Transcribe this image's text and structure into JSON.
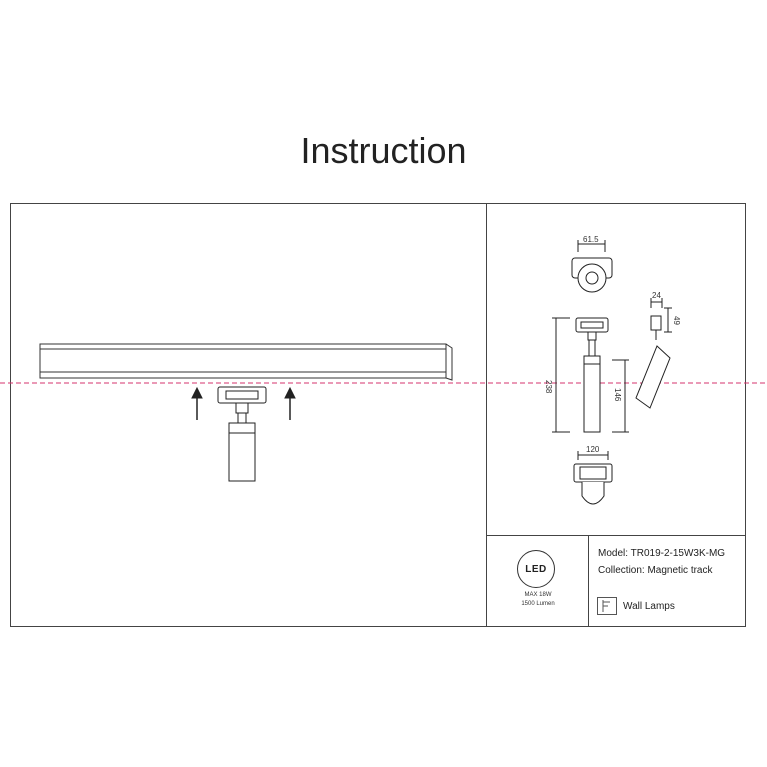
{
  "page": {
    "title": "Instruction"
  },
  "led_badge": {
    "text": "LED"
  },
  "specs": {
    "power": "MAX 18W",
    "lumen": "1500 Lumen"
  },
  "product": {
    "model": "Model: TR019-2-15W3K-MG",
    "collection": "Collection: Magnetic track",
    "category": "Wall Lamps"
  },
  "dimensions": {
    "top_width": "61.5",
    "side_width": "24",
    "side_height": "49",
    "total_height": "238",
    "body_height": "146",
    "bottom_width": "120"
  },
  "colors": {
    "guide_line": "#d6336c",
    "line": "#333333"
  }
}
